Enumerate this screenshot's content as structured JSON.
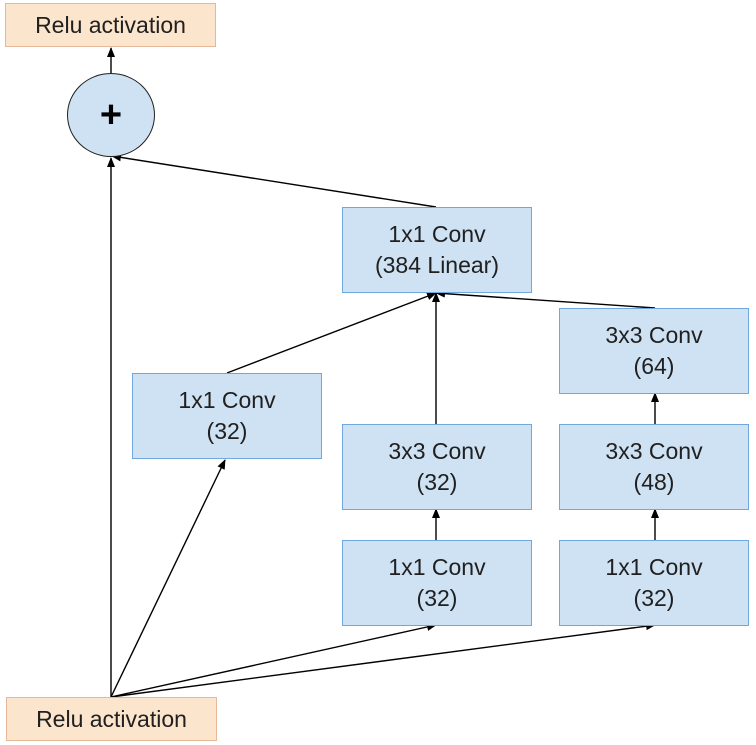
{
  "relu_top": {
    "label": "Relu activation"
  },
  "relu_bottom": {
    "label": "Relu activation"
  },
  "sum_node": {
    "symbol": "+"
  },
  "nodes": {
    "conv_linear": {
      "line1": "1x1 Conv",
      "line2": "(384 Linear)"
    },
    "branch1_conv": {
      "line1": "1x1 Conv",
      "line2": "(32)"
    },
    "branch2_conv3x3": {
      "line1": "3x3 Conv",
      "line2": "(32)"
    },
    "branch2_conv1x1": {
      "line1": "1x1 Conv",
      "line2": "(32)"
    },
    "branch3_conv3x3_top": {
      "line1": "3x3 Conv",
      "line2": "(64)"
    },
    "branch3_conv3x3_mid": {
      "line1": "3x3 Conv",
      "line2": "(48)"
    },
    "branch3_conv1x1": {
      "line1": "1x1 Conv",
      "line2": "(32)"
    }
  },
  "colors": {
    "conv_fill": "#cfe2f3",
    "conv_border": "#6fa8dc",
    "relu_fill": "#fce5cd",
    "relu_border": "#e6b89a",
    "edge": "#000000"
  }
}
